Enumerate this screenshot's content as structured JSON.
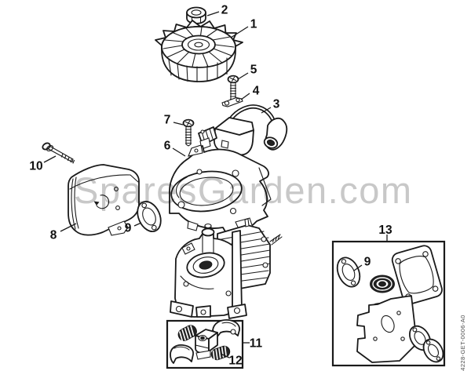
{
  "watermark": {
    "text": "SparesGarden.com"
  },
  "document_code": "4228-GET-0006-A0",
  "colors": {
    "line": "#1a1a1a",
    "background": "#ffffff",
    "watermark": "#c8c8c8",
    "dark_parts": "#222222"
  },
  "callouts": [
    {
      "label": "1"
    },
    {
      "label": "2"
    },
    {
      "label": "3"
    },
    {
      "label": "4"
    },
    {
      "label": "5"
    },
    {
      "label": "6"
    },
    {
      "label": "7"
    },
    {
      "label": "8"
    },
    {
      "label": "9"
    },
    {
      "label": "10"
    },
    {
      "label": "11"
    },
    {
      "label": "12"
    },
    {
      "label": "13"
    },
    {
      "label": "9"
    }
  ]
}
